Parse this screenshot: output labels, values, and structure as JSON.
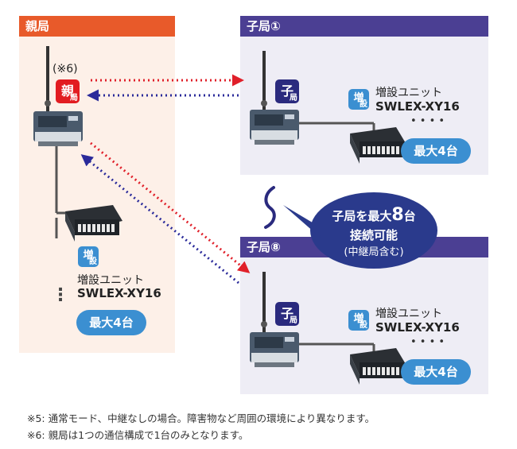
{
  "master": {
    "header": "親局",
    "note_mark": "(※6)",
    "tag_main": "親",
    "tag_sub": "局",
    "unit_tag_main": "増",
    "unit_tag_sub": "設",
    "unit_label": "増設ユニット",
    "unit_model": "SWLEX-XY16",
    "max_label": "最大4台",
    "ellipsis": "⋮"
  },
  "slave1": {
    "header": "子局①",
    "tag_main": "子",
    "tag_sub": "局",
    "unit_tag_main": "増",
    "unit_tag_sub": "設",
    "unit_label": "増設ユニット",
    "unit_model": "SWLEX-XY16",
    "max_label": "最大4台",
    "dots": "• • • •"
  },
  "slave8": {
    "header": "子局⑧",
    "tag_main": "子",
    "tag_sub": "局",
    "unit_tag_main": "増",
    "unit_tag_sub": "設",
    "unit_label": "増設ユニット",
    "unit_model": "SWLEX-XY16",
    "max_label": "最大4台",
    "dots": "• • • •"
  },
  "bubble": {
    "line1_pre": "子局を最大",
    "line1_num": "8",
    "line1_post": "台",
    "line2": "接続可能",
    "line3": "(中継局含む)"
  },
  "notes": [
    "※5: 通常モード、中継なしの場合。障害物など周囲の環境により異なります。",
    "※6: 親局は1つの通信構成で1台のみとなります。"
  ],
  "colors": {
    "master_header": "#e85a2a",
    "master_bg": "#fdf0e8",
    "slave_header": "#4b3f93",
    "slave_bg": "#eeedf5",
    "tag_red": "#e21c21",
    "tag_navy": "#2a2a7e",
    "pill_blue": "#3b8fd1",
    "bubble_navy": "#2a3a8c",
    "arrow_red": "#e0202a",
    "arrow_blue": "#2a2a9a"
  }
}
